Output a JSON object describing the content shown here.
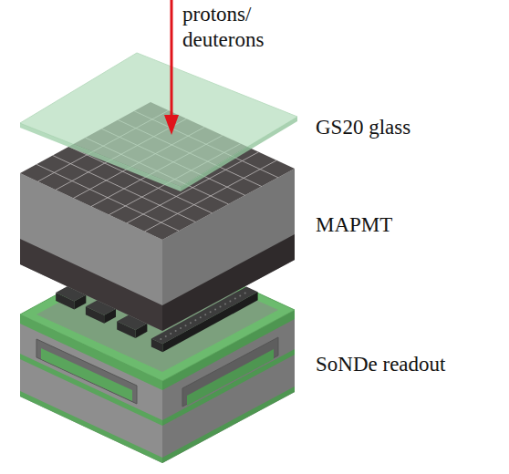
{
  "diagram": {
    "labels": [
      "protons/ deuterons",
      "GS20 glass",
      "MAPMT",
      "SoNDe readout"
    ]
  }
}
